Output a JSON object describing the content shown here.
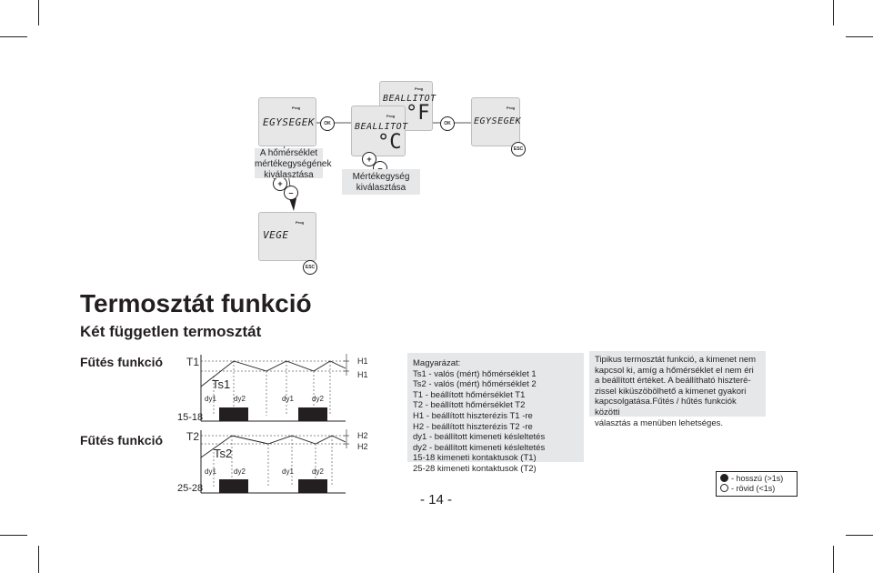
{
  "flow": {
    "screen1": "EGYSEGEK",
    "screen2": "BEALLITOT",
    "screen2_value": "°C",
    "screen3": "BEALLITOT",
    "screen3_value": "°F",
    "screen4": "EGYSEGEK",
    "screen5": "VEGE",
    "prog": "Prog",
    "ok": "OK",
    "esc": "ESC",
    "plus": "+",
    "minus": "–",
    "caption1": "A hőmérséklet mértékegységének kiválasztása",
    "caption2": "Mértékegység kiválasztása"
  },
  "title": "Termosztát funkció",
  "subtitle": "Két független termosztát",
  "diagram": {
    "row1_label": "Fűtés funkció",
    "row2_label": "Fűtés funkció",
    "t1": "T1",
    "ts1": "Ts1",
    "h1": "H1",
    "range1": "15-18",
    "t2": "T2",
    "ts2": "Ts2",
    "h2": "H2",
    "range2": "25-28",
    "dy1": "dy1",
    "dy2": "dy2"
  },
  "legend_box": {
    "lines": [
      "Magyarázat:",
      "Ts1 - valós (mért) hőmérséklet 1",
      "Ts2 - valós (mért) hőmérséklet 2",
      "T1 - beállított hőmérséklet T1",
      "T2 - beállított hőmérséklet T2",
      "H1 - beállított hiszterézis T1 -re",
      "H2 - beállított hiszterézis T2 -re",
      "dy1 - beállított kimeneti késleltetés",
      "dy2 - beállított kimeneti késleltetés",
      "15-18 kimeneti kontaktusok (T1)",
      "25-28 kimeneti kontaktusok (T2)"
    ]
  },
  "info_box": {
    "lines": [
      "Tipikus termosztát funkció, a kimenet nem",
      "kapcsol ki, amíg a hőmérséklet el nem éri",
      "a beállított értéket. A beállítható hiszteré-",
      "zissel kiküszöbölhető a kimenet gyakori",
      "kapcsolgatása.Fűtés / hűtés funkciók közötti",
      "választás a menüben lehetséges."
    ]
  },
  "page_number": "- 14 -",
  "press_legend": {
    "long": "- hosszú (>1s)",
    "short": "- rövid (<1s)"
  }
}
